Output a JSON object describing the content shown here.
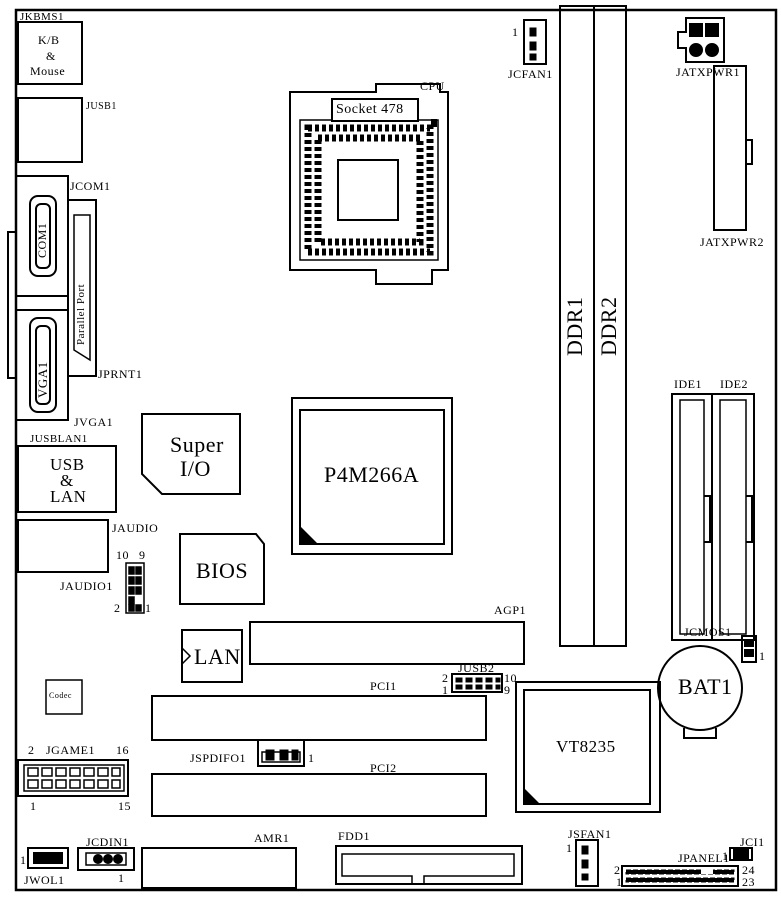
{
  "labels": {
    "jkbms1": "JKBMS1",
    "kb1": "K/B",
    "kb2": "&",
    "kb3": "Mouse",
    "jusb1": "JUSB1",
    "jcom1": "JCOM1",
    "com1": "COM1",
    "parallel": "Parallel Port",
    "jprnt1": "JPRNT1",
    "vga1": "VGA1",
    "jvga1": "JVGA1",
    "jusblan1": "JUSBLAN1",
    "usb1": "USB",
    "usb2": "&",
    "usb3": "LAN",
    "jaudio": "JAUDIO",
    "jaudio1": "JAUDIO1",
    "jaudio1_10": "10",
    "jaudio1_9": "9",
    "jaudio1_2": "2",
    "jaudio1_1": "1",
    "codec": "Codec",
    "jgame1": "JGAME1",
    "jgame1_2": "2",
    "jgame1_16": "16",
    "jgame1_1": "1",
    "jgame1_15": "15",
    "jwol1": "JWOL1",
    "jwol1_1": "1",
    "jcdin1": "JCDIN1",
    "jcdin1_1": "1",
    "cpu": "CPU",
    "socket": "Socket 478",
    "jcfan1": "JCFAN1",
    "jcfan1_1": "1",
    "jatxpwr1": "JATXPWR1",
    "jatxpwr2": "JATXPWR2",
    "ddr1": "DDR1",
    "ddr2": "DDR2",
    "super1": "Super",
    "super2": "I/O",
    "northbridge": "P4M266A",
    "bios": "BIOS",
    "lan": "LAN",
    "agp1": "AGP1",
    "ide1": "IDE1",
    "ide2": "IDE2",
    "jcmos1": "JCMOS1",
    "jcmos1_1": "1",
    "bat1": "BAT1",
    "jusb2": "JUSB2",
    "jusb2_2": "2",
    "jusb2_10": "10",
    "jusb2_1": "1",
    "jusb2_9": "9",
    "pci1": "PCI1",
    "pci2": "PCI2",
    "jspdifo1": "JSPDIFO1",
    "jspdifo1_1": "1",
    "southbridge": "VT8235",
    "amr1": "AMR1",
    "fdd1": "FDD1",
    "jsfan1": "JSFAN1",
    "jsfan1_1": "1",
    "jpanel1": "JPANEL1",
    "jpanel1_2": "2",
    "jpanel1_24": "24",
    "jpanel1_1": "1",
    "jpanel1_23": "23",
    "jci1": "JCI1",
    "jci1_1": "1"
  }
}
